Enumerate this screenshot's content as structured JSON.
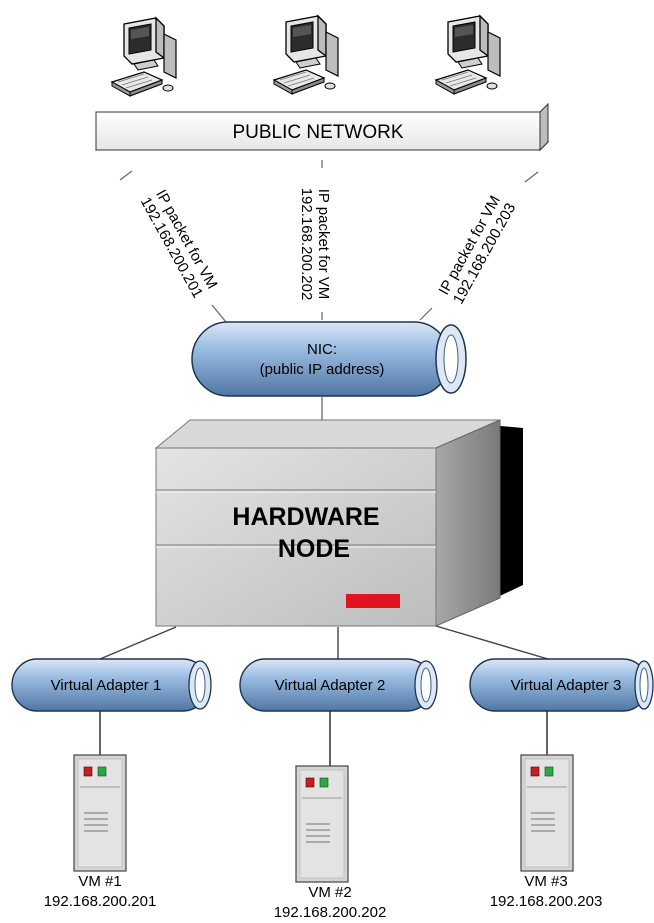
{
  "public_network": {
    "label": "PUBLIC NETWORK"
  },
  "packets": [
    {
      "line1": "IP packet for VM",
      "line2": "192.168.200.201"
    },
    {
      "line1": "IP packet for VM",
      "line2": "192.168.200.202"
    },
    {
      "line1": "IP packet for VM",
      "line2": "192.168.200.203"
    }
  ],
  "nic": {
    "line1": "NIC:",
    "line2": "(public IP address)"
  },
  "hardware_node": {
    "line1": "HARDWARE",
    "line2": "NODE"
  },
  "adapters": [
    {
      "label": "Virtual Adapter 1"
    },
    {
      "label": "Virtual Adapter 2"
    },
    {
      "label": "Virtual Adapter 3"
    }
  ],
  "vms": [
    {
      "name": "VM #1",
      "ip": "192.168.200.201"
    },
    {
      "name": "VM #2",
      "ip": "192.168.200.202"
    },
    {
      "name": "VM #3",
      "ip": "192.168.200.203"
    }
  ],
  "colors": {
    "pipe_fill": "#8fb3d9",
    "pipe_stroke": "#1f3350",
    "node_front": "#c8c8c8",
    "node_side": "#9a9a9a",
    "indicator": "#e0141e",
    "server_red": "#cc2222",
    "server_green": "#22aa44"
  }
}
